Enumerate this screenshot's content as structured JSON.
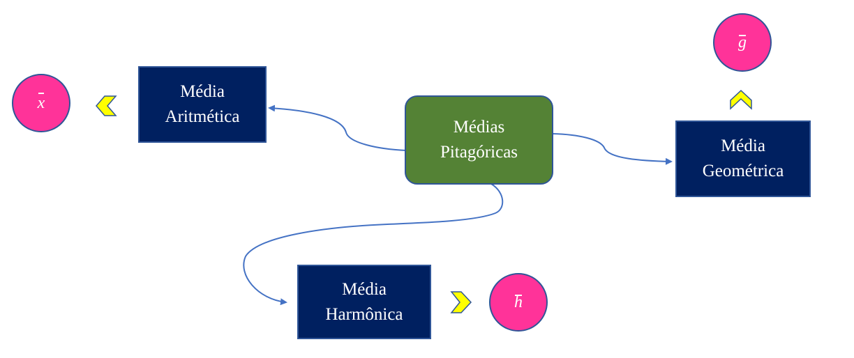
{
  "diagram": {
    "center": {
      "line1": "Médias",
      "line2": "Pitagóricas"
    },
    "arithmetic": {
      "line1": "Média",
      "line2": "Aritmética",
      "symbol": "x",
      "symbol_label": "x-bar"
    },
    "geometric": {
      "line1": "Média",
      "line2": "Geométrica",
      "symbol": "g",
      "symbol_label": "g-bar"
    },
    "harmonic": {
      "line1": "Média",
      "line2": "Harmônica",
      "symbol": "h",
      "symbol_label": "h-bar"
    }
  },
  "colors": {
    "center_fill": "#548235",
    "box_fill": "#002060",
    "circle_fill": "#ff3399",
    "connector": "#4472c4",
    "chevron_fill": "#ffff00",
    "outline": "#2f5597"
  }
}
